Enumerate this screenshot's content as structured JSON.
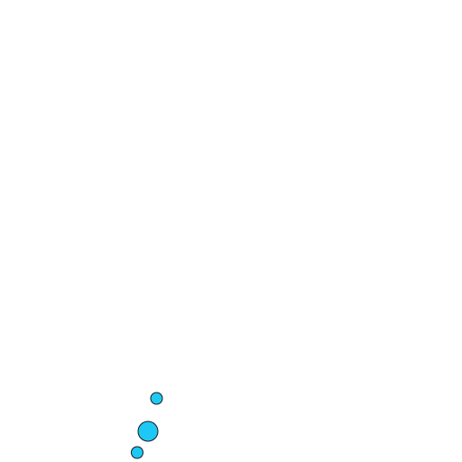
{
  "background_color": "#ffffff",
  "dots": [
    {
      "id": "dot-1",
      "fill": "#1ec8f4",
      "stroke": "#1a1a1a"
    },
    {
      "id": "dot-2",
      "fill": "#1ec8f4",
      "stroke": "#1a1a1a"
    },
    {
      "id": "dot-3",
      "fill": "#1ec8f4",
      "stroke": "#1a1a1a"
    }
  ]
}
